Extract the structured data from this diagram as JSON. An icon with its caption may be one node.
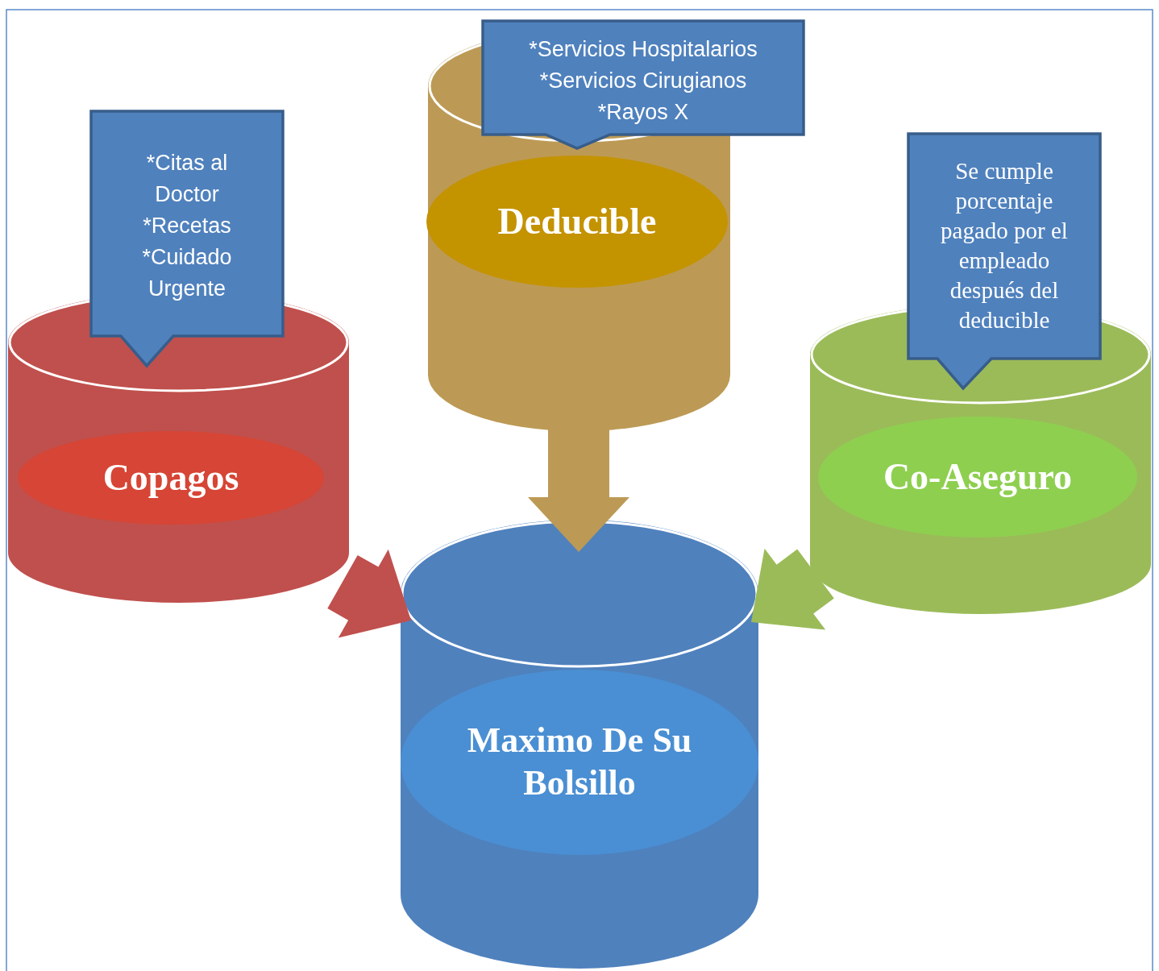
{
  "diagram": {
    "nodes": [
      {
        "text": [
          "*Citas al Doctor",
          "*Recetas",
          "*Cuidado Urgente"
        ]
      },
      {
        "text": [
          "Copagos"
        ]
      },
      {
        "text": [
          "*Servicios Hospitalarios",
          "*Servicios Cirugianos",
          "*Rayos X"
        ]
      },
      {
        "text": [
          "Deducible"
        ]
      },
      {
        "text": [
          "Se cumple porcentaje pagado por el empleado después del deducible"
        ]
      },
      {
        "text": [
          "Co-Aseguro"
        ]
      },
      {
        "text": [
          "Maximo De Su Bolsillo"
        ]
      }
    ],
    "edges": [
      {
        "from": 1,
        "to": 6,
        "arrow": "to",
        "style": "thick",
        "color": "#c0504d"
      },
      {
        "from": 3,
        "to": 6,
        "arrow": "to",
        "style": "thick",
        "color": "#bc9a55"
      },
      {
        "from": 5,
        "to": 6,
        "arrow": "to",
        "style": "thick",
        "color": "#9bbb59"
      }
    ]
  }
}
